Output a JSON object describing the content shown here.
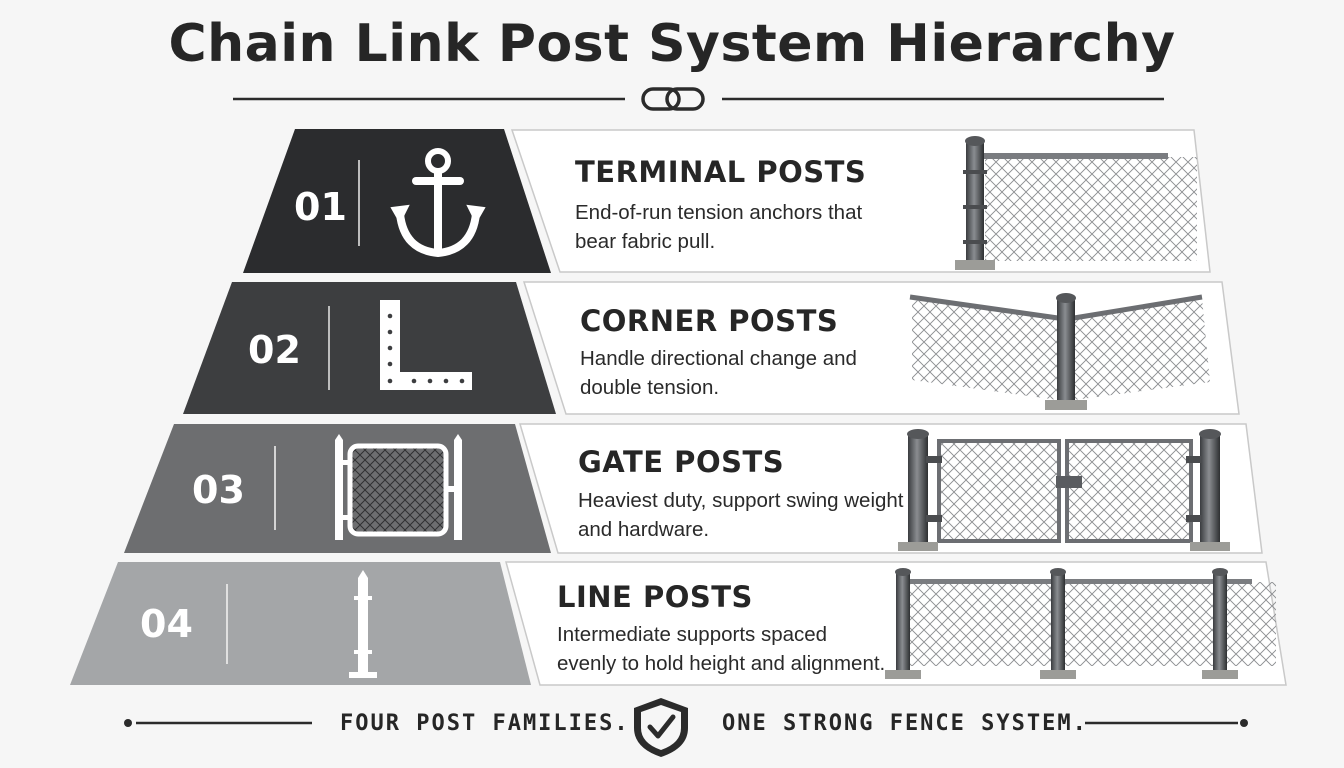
{
  "title": "Chain Link Post System Hierarchy",
  "tiers": [
    {
      "number": "01",
      "heading": "TERMINAL POSTS",
      "description": "End-of-run tension anchors that bear fabric pull.",
      "icon": "anchor-icon",
      "color": "#2b2c2e"
    },
    {
      "number": "02",
      "heading": "CORNER POSTS",
      "description": "Handle directional change and double tension.",
      "icon": "corner-bracket-icon",
      "color": "#3d3e40"
    },
    {
      "number": "03",
      "heading": "GATE POSTS",
      "description": "Heaviest duty, support swing weight and hardware.",
      "icon": "gate-icon",
      "color": "#6d6e70"
    },
    {
      "number": "04",
      "heading": "LINE POSTS",
      "description": "Intermediate supports spaced evenly to hold height and alignment.",
      "icon": "line-post-icon",
      "color": "#a4a6a8"
    }
  ],
  "footer": {
    "left": "FOUR POST FAMILIES.",
    "right": "ONE STRONG FENCE SYSTEM.",
    "icon": "shield-check-icon"
  }
}
